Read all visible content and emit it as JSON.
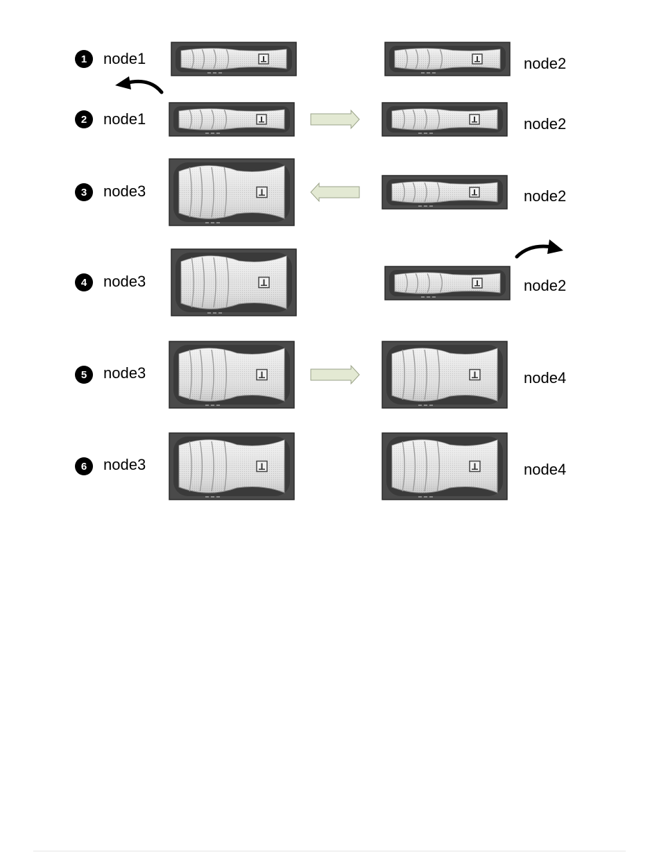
{
  "colors": {
    "chassis": "#4a4a4a",
    "chassis_edge": "#2b2b2b",
    "bezel": "#e2e2e2",
    "arrow_fill": "#e3e9d3",
    "arrow_stroke": "#9aa288",
    "badge": "#000000"
  },
  "rows": [
    {
      "step": "1",
      "left": {
        "label": "node1",
        "size": "small"
      },
      "right": {
        "label": "node2",
        "size": "small"
      },
      "flow": "none",
      "move": "left-out"
    },
    {
      "step": "2",
      "left": {
        "label": "node1",
        "size": "small"
      },
      "right": {
        "label": "node2",
        "size": "small"
      },
      "flow": "left-to-right",
      "move": "none"
    },
    {
      "step": "3",
      "left": {
        "label": "node3",
        "size": "large"
      },
      "right": {
        "label": "node2",
        "size": "small"
      },
      "flow": "right-to-left",
      "move": "none"
    },
    {
      "step": "4",
      "left": {
        "label": "node3",
        "size": "large"
      },
      "right": {
        "label": "node2",
        "size": "small"
      },
      "flow": "none",
      "move": "right-out"
    },
    {
      "step": "5",
      "left": {
        "label": "node3",
        "size": "large"
      },
      "right": {
        "label": "node4",
        "size": "large"
      },
      "flow": "left-to-right",
      "move": "none"
    },
    {
      "step": "6",
      "left": {
        "label": "node3",
        "size": "large"
      },
      "right": {
        "label": "node4",
        "size": "large"
      },
      "flow": "none",
      "move": "none"
    }
  ]
}
